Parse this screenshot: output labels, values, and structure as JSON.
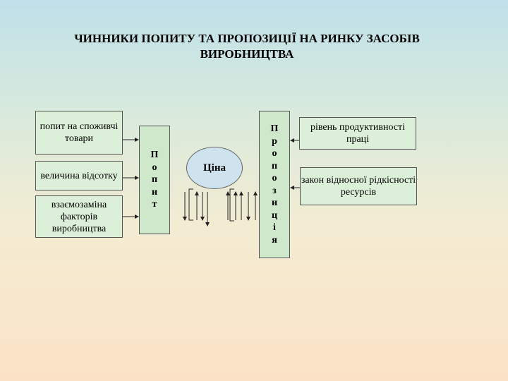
{
  "title": "ЧИННИКИ ПОПИТУ ТА ПРОПОЗИЦІЇ НА РИНКУ ЗАСОБІВ ВИРОБНИЦТВА",
  "demand_factors": [
    "попит на споживчі товари",
    "величина відсотку",
    "взаємозаміна факторів виробництва"
  ],
  "demand_label": [
    "П",
    "о",
    "п",
    "и",
    "т"
  ],
  "price_label": "Ціна",
  "supply_label": [
    "П",
    "р",
    "о",
    "п",
    "о",
    "з",
    "и",
    "ц",
    "і",
    "я"
  ],
  "supply_factors": [
    "рівень продуктивності праці",
    "закон відносної рідкісності ресурсів"
  ]
}
